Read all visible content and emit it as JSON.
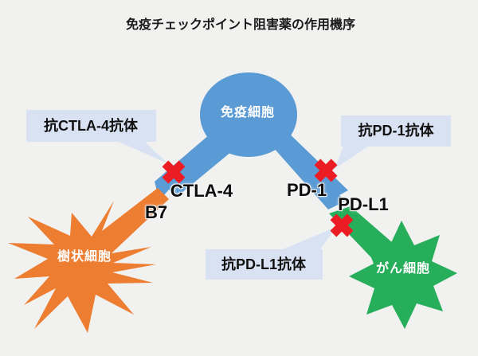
{
  "title": "免疫チェックポイント阻害薬の作用機序",
  "cells": {
    "immune": {
      "label": "免疫細胞"
    },
    "dendritic": {
      "label": "樹状細胞"
    },
    "cancer": {
      "label": "がん細胞"
    }
  },
  "molecules": {
    "ctla4": "CTLA-4",
    "b7": "B7",
    "pd1": "PD-1",
    "pdl1": "PD-L1"
  },
  "antibodies": {
    "anti_ctla4": "抗CTLA-4抗体",
    "anti_pd1": "抗PD-1抗体",
    "anti_pdl1": "抗PD-L1抗体"
  },
  "colors": {
    "background": "#F1F1F0",
    "immune_cell_blue": "#5B9BD5",
    "dendritic_cell_orange": "#ED7D31",
    "cancer_cell_green": "#27AE5B",
    "callout_fill": "#D9E2F3",
    "block_x_red": "#EC1C24"
  }
}
